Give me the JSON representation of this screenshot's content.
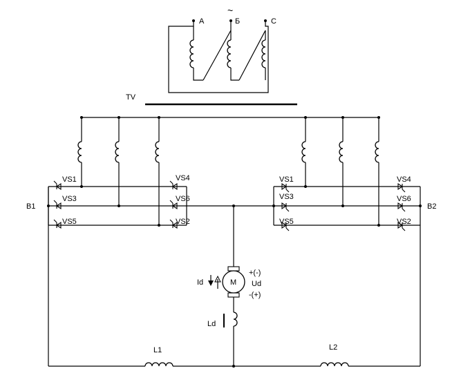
{
  "transformer": {
    "name": "TV",
    "phase_a": "А",
    "phase_b": "Б",
    "phase_c": "С",
    "ac_symbol": "~"
  },
  "bridge_left": {
    "name": "B1",
    "thyristors": [
      "VS1",
      "VS3",
      "VS5",
      "VS4",
      "VS6",
      "VS2"
    ]
  },
  "bridge_right": {
    "name": "B2",
    "thyristors": [
      "VS1",
      "VS3",
      "VS5",
      "VS4",
      "VS6",
      "VS2"
    ]
  },
  "motor": {
    "symbol": "M",
    "current": "Id",
    "voltage": "Ud",
    "polarity_top": "+(-)",
    "polarity_bottom": "-(+)"
  },
  "inductors": {
    "ld": "Ld",
    "l1": "L1",
    "l2": "L2"
  }
}
